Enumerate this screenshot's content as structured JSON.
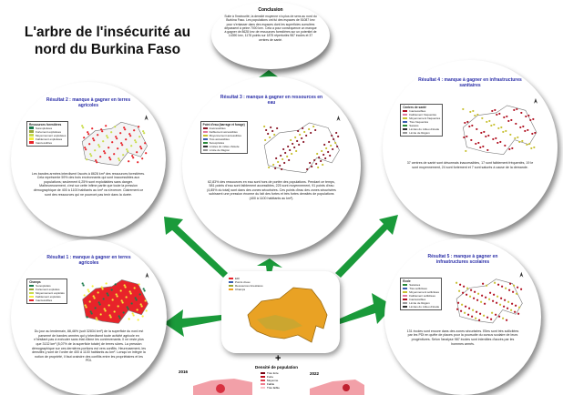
{
  "title": "L'arbre de l'insécurité au nord du Burkina Faso",
  "conclusion": {
    "heading": "Conclusion",
    "text": "Suite à l'insécurité, la densité moyenne n'a plus de sens au nord du Burkina Faso. Les populations ont fui des espaces de 51087 km² pour s'entasser dans des espaces dont les superficies cumulées dépassent à peine 7000 km². Cela a pour conséquence un manque à gagner de 8628 km² de ressources forestières sur un potentiel de 14390 km², 1178 points sur 1875 répertoriés 987 écoles et 37 centres de santé."
  },
  "results": [
    {
      "id": "r2",
      "title": "Résultat 2 : manque à gagner en terres agricoles",
      "legend_title": "Ressources forestières",
      "legend": [
        [
          "Surexploitées",
          "#1a7a4c"
        ],
        [
          "Fortement exploitées",
          "#9aa83a"
        ],
        [
          "Moyennement exploitées",
          "#c9dc4a"
        ],
        [
          "Faiblement exploitées",
          "#f4ef3c"
        ],
        [
          "Inaccessibles",
          "#e8232a"
        ]
      ],
      "text": "Les bandes armées interdisent l'accès à 8628 km² des ressources forestières. Cela représente 59% des bois environnants qui sont inaccessibles aux populations; seulement 6,25% sont exploitables sans danger. Malheureusement, c'est sur cette infime partie que toute la pression démographique de 400 à 1100 habitants au km² va s'exercer. Clairement ce sont des ressources qui ne pourront pas tenir dans la durée."
    },
    {
      "id": "r3",
      "title": "Résultat 3 : manque à gagner en ressources en eau",
      "legend_title": "Point d'eau (barrage et forage)",
      "legend": [
        [
          "Inaccessibles",
          "#8b1a2a"
        ],
        [
          "Faiblement accessibles",
          "#e07aa0"
        ],
        [
          "Moyennement accessibles",
          "#c8c030"
        ],
        [
          "Très accessibles",
          "#3a5fb0"
        ],
        [
          "Surexploités",
          "#2a8a3a"
        ],
        [
          "Limites du milieu d'étude",
          "#333"
        ],
        [
          "Limite de Région",
          "#999"
        ]
      ],
      "text": "62,83% des ressources en eau sont hors de portée des populations. Pendant ce temps, 581 points d'eau sont faiblement accessibles, 225 sont moyennement, 91 points d'eau (4,85% du total) sont dans des zones sécurisées. Ces points d'eau des zones sécurisées subissent une pression énorme du fait des fortes et très fortes densités de populations (400 à 1100 habitants au km²)."
    },
    {
      "id": "r4",
      "title": "Résultat 4 : manque à gagner en infrastructures sanitaires",
      "legend_title": "Centres de santé",
      "legend": [
        [
          "Inaccessibles",
          "#b01020"
        ],
        [
          "Faiblement fréquentés",
          "#e07aa0"
        ],
        [
          "Moyennement fréquentés",
          "#c8c030"
        ],
        [
          "Très fréquentés",
          "#3a5fb0"
        ],
        [
          "Saturés",
          "#2a8a3a"
        ],
        [
          "Limites du milieu d'étude",
          "#333"
        ],
        [
          "Limite de Région",
          "#999"
        ]
      ],
      "text": "37 centres de santé sont désormais inaccessibles, 17 sont faiblement fréquentés, 19 le sont moyennement, 24 sont fortement et 7 sont saturés à cause de la demande."
    },
    {
      "id": "r1",
      "title": "Résultat 1 : manque à gagner en terres agricoles",
      "legend_title": "Champs",
      "legend": [
        [
          "Surexploités",
          "#1a7a4c"
        ],
        [
          "Fortement exploités",
          "#9aa83a"
        ],
        [
          "Moyennement exploités",
          "#c9dc4a"
        ],
        [
          "Faiblement exploités",
          "#f4ef3c"
        ],
        [
          "Inaccessibles",
          "#e8232a"
        ]
      ],
      "text": "Du jour au lendemain, 88,46% (soit 32834 km²) de la superficie du nord est parsemé de bandes armées qui y interdisent toute activité agricole en n'hésitant pas à exécuter sans état d'âme les contrevenants. Il ne reste plus que 3132 km² (8,07% de la superficie totale) de terres sûres. La pression démographique sur ces dernières portions est vers conflits. Heureusement, les densités y sont de l'ordre de 400 à 1100 habitants au km². Lorsqu'on intègre la notion de propriété, il faut craindre des conflits entre les propriétaires et les PDI."
    },
    {
      "id": "r5",
      "title": "Résultat 5 : manque à gagner en infrastructures scolaires",
      "legend_title": "Ecole",
      "legend": [
        [
          "Saturées",
          "#2a8a3a"
        ],
        [
          "Très sollicitées",
          "#3a5fb0"
        ],
        [
          "Moyennement sollicitées",
          "#c8c030"
        ],
        [
          "Faiblement sollicitées",
          "#e07aa0"
        ],
        [
          "Inaccessibles",
          "#b01020"
        ],
        [
          "Limite de Région",
          "#999"
        ],
        [
          "Limites du milieu d'étude",
          "#333"
        ]
      ],
      "text": "131 écoles sont encore dans des zones sécurisées. Elles sont très sollicitées par les PDI en quête de places pour la poursuite du cursus scolaire de leurs progénitures. Selon l'analyse 987 écoles sont interdites d'accès par les hommes armés."
    }
  ],
  "center": {
    "legend": [
      [
        "EDI",
        "#e8232a"
      ],
      [
        "Points d'eau",
        "#3a5fb0"
      ],
      [
        "Ressources forestières",
        "#9aa83a"
      ],
      [
        "Champs",
        "#f0a020"
      ]
    ],
    "plus": "+",
    "density_title": "Densité de population",
    "density_legend": [
      "Très forte",
      "Forte",
      "Moyenne",
      "Faible",
      "Très faible"
    ],
    "year_left": "2016",
    "year_right": "2022"
  },
  "colors": {
    "arrow": "#1a9a3a"
  }
}
